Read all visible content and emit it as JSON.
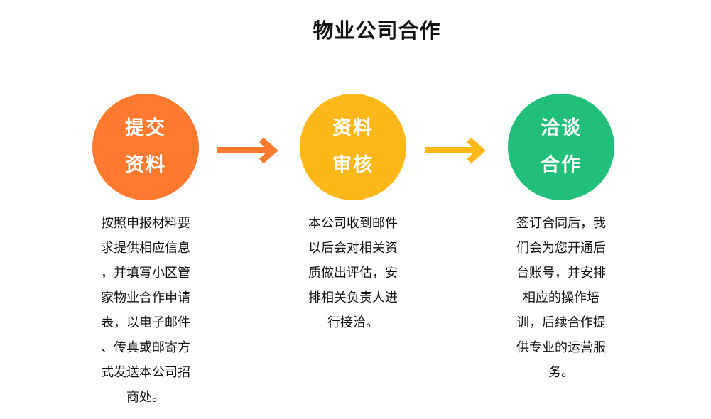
{
  "title": "物业公司合作",
  "colors": {
    "step1": "#FF7A2F",
    "step2": "#FDB719",
    "step3": "#21BF79"
  },
  "steps": [
    {
      "label_lines": [
        "提交",
        "资料"
      ],
      "desc_lines": [
        "按照申报材料要",
        "求提供相应信息",
        "，并填写小区管",
        "家物业合作申请",
        "表，以电子邮件",
        "、传真或邮寄方",
        "式发送本公司招",
        "商处。"
      ]
    },
    {
      "label_lines": [
        "资料",
        "审核"
      ],
      "desc_lines": [
        "本公司收到邮件",
        "以后会对相关资",
        "质做出评估，安",
        "排相关负责人进",
        "行接洽。"
      ]
    },
    {
      "label_lines": [
        "洽谈",
        "合作"
      ],
      "desc_lines": [
        "签订合同后，我",
        "们会为您开通后",
        "台账号，并安排",
        "相应的操作培",
        "训，后续合作提",
        "供专业的运营服",
        "务。"
      ]
    }
  ]
}
